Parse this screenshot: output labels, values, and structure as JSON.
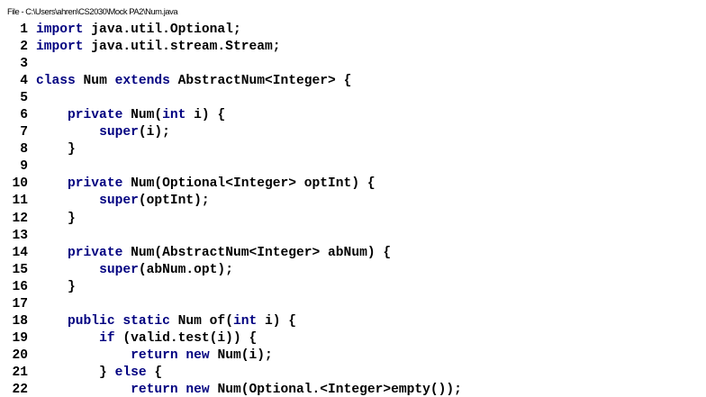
{
  "header": {
    "title": "File - C:\\Users\\ahren\\CS2030\\Mock PA2\\Num.java"
  },
  "colors": {
    "keyword": "#000080",
    "text": "#000000",
    "background": "#ffffff"
  },
  "code": {
    "language": "java",
    "lines": [
      {
        "n": "1",
        "segments": [
          {
            "t": "import",
            "k": true
          },
          {
            "t": " java.util.Optional;"
          }
        ]
      },
      {
        "n": "2",
        "segments": [
          {
            "t": "import",
            "k": true
          },
          {
            "t": " java.util.stream.Stream;"
          }
        ]
      },
      {
        "n": "3",
        "segments": []
      },
      {
        "n": "4",
        "segments": [
          {
            "t": "class",
            "k": true
          },
          {
            "t": " Num "
          },
          {
            "t": "extends",
            "k": true
          },
          {
            "t": " AbstractNum<Integer> {"
          }
        ]
      },
      {
        "n": "5",
        "segments": []
      },
      {
        "n": "6",
        "segments": [
          {
            "t": "    "
          },
          {
            "t": "private",
            "k": true
          },
          {
            "t": " Num("
          },
          {
            "t": "int",
            "k": true
          },
          {
            "t": " i) {"
          }
        ]
      },
      {
        "n": "7",
        "segments": [
          {
            "t": "        "
          },
          {
            "t": "super",
            "k": true
          },
          {
            "t": "(i);"
          }
        ]
      },
      {
        "n": "8",
        "segments": [
          {
            "t": "    }"
          }
        ]
      },
      {
        "n": "9",
        "segments": []
      },
      {
        "n": "10",
        "segments": [
          {
            "t": "    "
          },
          {
            "t": "private",
            "k": true
          },
          {
            "t": " Num(Optional<Integer> optInt) {"
          }
        ]
      },
      {
        "n": "11",
        "segments": [
          {
            "t": "        "
          },
          {
            "t": "super",
            "k": true
          },
          {
            "t": "(optInt);"
          }
        ]
      },
      {
        "n": "12",
        "segments": [
          {
            "t": "    }"
          }
        ]
      },
      {
        "n": "13",
        "segments": []
      },
      {
        "n": "14",
        "segments": [
          {
            "t": "    "
          },
          {
            "t": "private",
            "k": true
          },
          {
            "t": " Num(AbstractNum<Integer> abNum) {"
          }
        ]
      },
      {
        "n": "15",
        "segments": [
          {
            "t": "        "
          },
          {
            "t": "super",
            "k": true
          },
          {
            "t": "(abNum.opt);"
          }
        ]
      },
      {
        "n": "16",
        "segments": [
          {
            "t": "    }"
          }
        ]
      },
      {
        "n": "17",
        "segments": []
      },
      {
        "n": "18",
        "segments": [
          {
            "t": "    "
          },
          {
            "t": "public",
            "k": true
          },
          {
            "t": " "
          },
          {
            "t": "static",
            "k": true
          },
          {
            "t": " Num of("
          },
          {
            "t": "int",
            "k": true
          },
          {
            "t": " i) {"
          }
        ]
      },
      {
        "n": "19",
        "segments": [
          {
            "t": "        "
          },
          {
            "t": "if",
            "k": true
          },
          {
            "t": " (valid.test(i)) {"
          }
        ]
      },
      {
        "n": "20",
        "segments": [
          {
            "t": "            "
          },
          {
            "t": "return",
            "k": true
          },
          {
            "t": " "
          },
          {
            "t": "new",
            "k": true
          },
          {
            "t": " Num(i);"
          }
        ]
      },
      {
        "n": "21",
        "segments": [
          {
            "t": "        } "
          },
          {
            "t": "else",
            "k": true
          },
          {
            "t": " {"
          }
        ]
      },
      {
        "n": "22",
        "segments": [
          {
            "t": "            "
          },
          {
            "t": "return",
            "k": true
          },
          {
            "t": " "
          },
          {
            "t": "new",
            "k": true
          },
          {
            "t": " Num(Optional.<Integer>empty());"
          }
        ]
      }
    ]
  }
}
